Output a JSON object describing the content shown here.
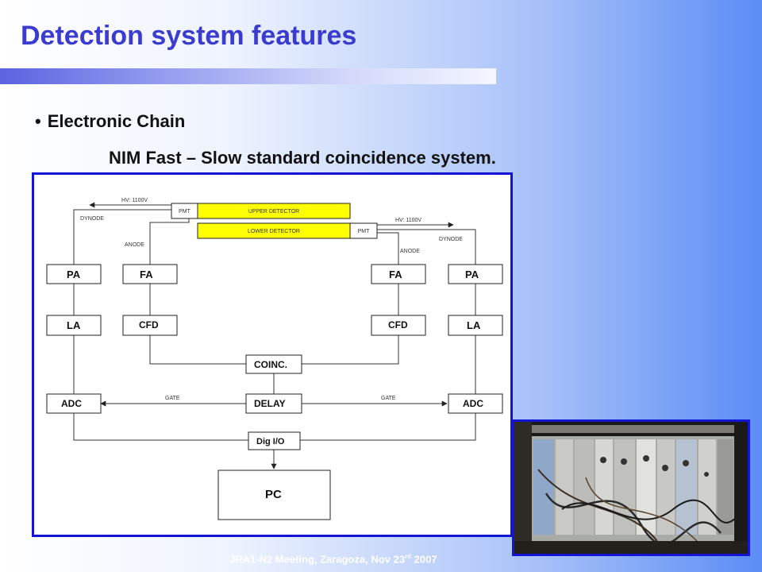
{
  "slide": {
    "title": "Detection system features",
    "bullet": "Electronic Chain",
    "subtitle": "NIM Fast – Slow standard coincidence system.",
    "footer": {
      "text": "JRA1-N2 Meeting, Zaragoza, Nov 23",
      "sup": "rd",
      "year": " 2007"
    }
  },
  "diagram": {
    "upper_detector": "UPPER DETECTOR",
    "lower_detector": "LOWER DETECTOR",
    "pmt_left": "PMT",
    "pmt_right": "PMT",
    "hv_left": "HV: 1100V",
    "hv_right": "HV: 1100V",
    "dynode_left": "DYNODE",
    "dynode_right": "DYNODE",
    "anode_left": "ANODE",
    "anode_right": "ANODE",
    "pa_left": "PA",
    "fa_left": "FA",
    "fa_right": "FA",
    "pa_right": "PA",
    "la_left": "LA",
    "cfd_left": "CFD",
    "cfd_right": "CFD",
    "la_right": "LA",
    "coinc": "COINC.",
    "adc_left": "ADC",
    "delay": "DELAY",
    "adc_right": "ADC",
    "gate_left": "GATE",
    "gate_right": "GATE",
    "digio": "Dig I/O",
    "pc": "PC"
  },
  "colors": {
    "title": "#3b3bd0",
    "detector_fill": "#ffff00",
    "frame_border": "#1414d4"
  },
  "photo": {
    "subject": "NIM crate electronics rack"
  }
}
